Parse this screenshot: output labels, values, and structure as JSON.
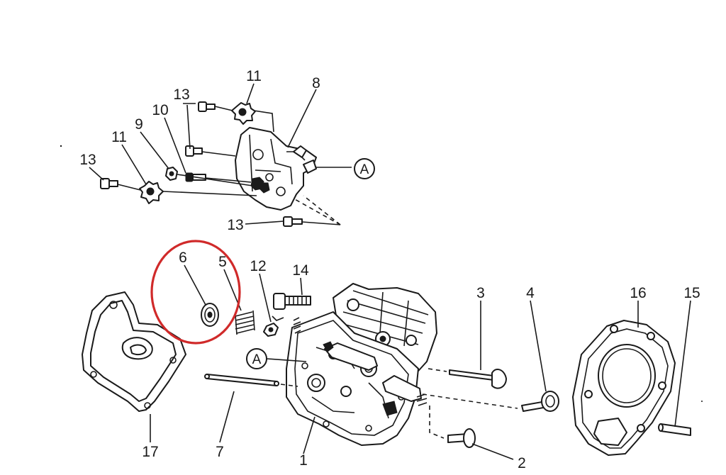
{
  "diagram": {
    "callouts": [
      {
        "id": "p1",
        "text": "1"
      },
      {
        "id": "p2",
        "text": "2"
      },
      {
        "id": "p3",
        "text": "3"
      },
      {
        "id": "p4",
        "text": "4"
      },
      {
        "id": "p5",
        "text": "5"
      },
      {
        "id": "p6",
        "text": "6"
      },
      {
        "id": "p7",
        "text": "7"
      },
      {
        "id": "p8",
        "text": "8"
      },
      {
        "id": "p9",
        "text": "9"
      },
      {
        "id": "p10",
        "text": "10"
      },
      {
        "id": "p11a",
        "text": "11"
      },
      {
        "id": "p11b",
        "text": "11"
      },
      {
        "id": "p12",
        "text": "12"
      },
      {
        "id": "p13a",
        "text": "13"
      },
      {
        "id": "p13b",
        "text": "13"
      },
      {
        "id": "p13c",
        "text": "13"
      },
      {
        "id": "p14",
        "text": "14"
      },
      {
        "id": "p15",
        "text": "15"
      },
      {
        "id": "p16",
        "text": "16"
      },
      {
        "id": "p17",
        "text": "17"
      }
    ],
    "circle_refs": [
      {
        "id": "refA1",
        "text": "A"
      },
      {
        "id": "refA2",
        "text": "A"
      }
    ],
    "highlight_color": "#d02a2a",
    "line_color": "#1a1a1a"
  }
}
